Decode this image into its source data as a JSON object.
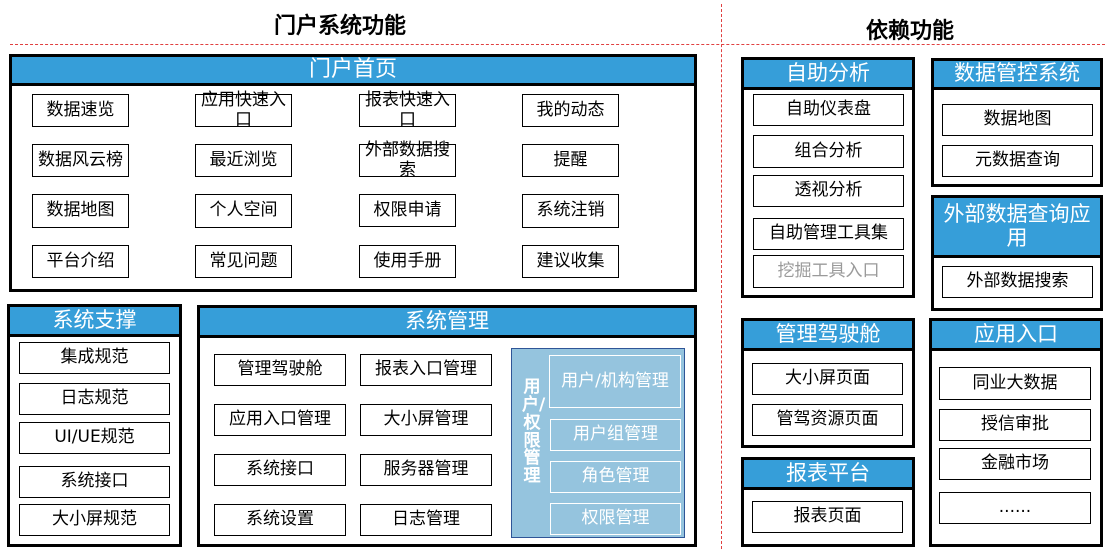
{
  "titles": {
    "portal": "门户系统功能",
    "dependency": "依赖功能"
  },
  "colors": {
    "header_blue": "#369ed9",
    "panel_blue": "#95c4de",
    "panel_border": "#2f5597",
    "divider_red": "#e04040"
  },
  "portal_home": {
    "title": "门户首页",
    "items": [
      "数据速览",
      "应用快速入口",
      "报表快速入口",
      "我的动态",
      "数据风云榜",
      "最近浏览",
      "外部数据搜索",
      "提醒",
      "数据地图",
      "个人空间",
      "权限申请",
      "系统注销",
      "平台介绍",
      "常见问题",
      "使用手册",
      "建议收集"
    ]
  },
  "system_support": {
    "title": "系统支撑",
    "items": [
      "集成规范",
      "日志规范",
      "UI/UE规范",
      "系统接口",
      "大小屏规范"
    ]
  },
  "system_management": {
    "title": "系统管理",
    "items": [
      "管理驾驶舱",
      "报表入口管理",
      "应用入口管理",
      "大小屏管理",
      "系统接口",
      "服务器管理",
      "系统设置",
      "日志管理"
    ],
    "user_panel": {
      "label": "用户/权限管理",
      "items": [
        "用户/机构管理",
        "用户组管理",
        "角色管理",
        "权限管理"
      ]
    }
  },
  "self_analysis": {
    "title": "自助分析",
    "items": [
      "自助仪表盘",
      "组合分析",
      "透视分析",
      "自助管理工具集",
      "挖掘工具入口"
    ]
  },
  "data_governance": {
    "title": "数据管控系统",
    "items": [
      "数据地图",
      "元数据查询"
    ]
  },
  "external_data": {
    "title": "外部数据查询应用",
    "items": [
      "外部数据搜索"
    ]
  },
  "cockpit": {
    "title": "管理驾驶舱",
    "items": [
      "大小屏页面",
      "管驾资源页面"
    ]
  },
  "report_platform": {
    "title": "报表平台",
    "items": [
      "报表页面"
    ]
  },
  "app_entry": {
    "title": "应用入口",
    "items": [
      "同业大数据",
      "授信审批",
      "金融市场",
      "......"
    ]
  }
}
